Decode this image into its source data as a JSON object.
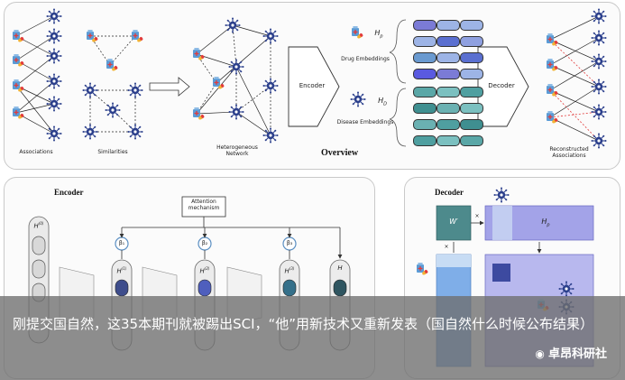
{
  "overview": {
    "labels": {
      "associations": "Associations",
      "similarities": "Similarities",
      "heterogeneous": "Heterogeneous\nNetwork",
      "encoder": "Encoder",
      "drug_embeddings": "Drug Embeddings",
      "disease_embeddings": "Disease Embeddings",
      "decoder": "Decoder",
      "reconstructed": "Reconstructed\nAssociations",
      "overview_title": "Overview",
      "hp": "H",
      "hp_sub": "p",
      "hd": "H",
      "hd_sub": "D"
    },
    "embedding_colors": {
      "drug": [
        "#7b7bd6",
        "#9db4e6",
        "#6a9ad0",
        "#5a6fd0",
        "#8fa0e0"
      ],
      "disease": [
        "#5aa7a7",
        "#4f9fa0",
        "#7bc0c0",
        "#3f8f90",
        "#6ab1b2"
      ],
      "merged": [
        "#6a6ad0",
        "#5a5ae0",
        "#7aa0e0",
        "#4f9fa0",
        "#6ab1b2"
      ]
    }
  },
  "encoder_panel": {
    "title": "Encoder",
    "attention": "Attention\nmechanism",
    "h0": "H",
    "h0_sup": "(0)",
    "betas": [
      "β₁",
      "β₂",
      "β₃"
    ],
    "layer_h": [
      "H",
      "H",
      "H"
    ],
    "layer_sup": [
      "(1)",
      "(2)",
      "(3)"
    ],
    "final_h": "H"
  },
  "decoder_panel": {
    "title": "Decoder",
    "wprime": "W′",
    "hp": "H",
    "hp_sub": "p",
    "times": "×"
  },
  "caption": {
    "text": "刚提交国自然，这35本期刊就被踢出SCI，“他”用新技术又重新发表（国自然什么时候公布结果）",
    "brand": "卓昂科研社"
  },
  "colors": {
    "node": "#2b3f8c",
    "teal": "#4a8f90",
    "purple": "#6b6bd8",
    "light_blue": "#a9c4ec"
  }
}
